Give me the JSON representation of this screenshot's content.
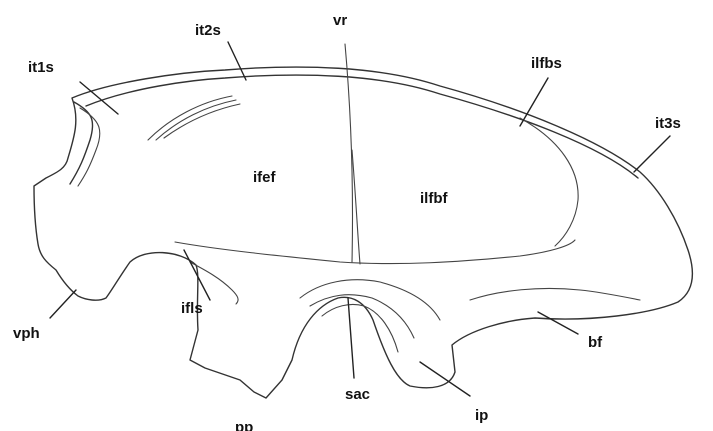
{
  "labels": {
    "it1s": "it1s",
    "it2s": "it2s",
    "vr": "vr",
    "ilfbs": "ilfbs",
    "it3s": "it3s",
    "ifef": "ifef",
    "ilfbf": "ilfbf",
    "ifls": "ifls",
    "vph": "vph",
    "bf": "bf",
    "sac": "sac",
    "ip": "ip",
    "pp": "pp"
  },
  "colors": {
    "line": "#333333",
    "text": "#111111",
    "background": "#ffffff"
  }
}
